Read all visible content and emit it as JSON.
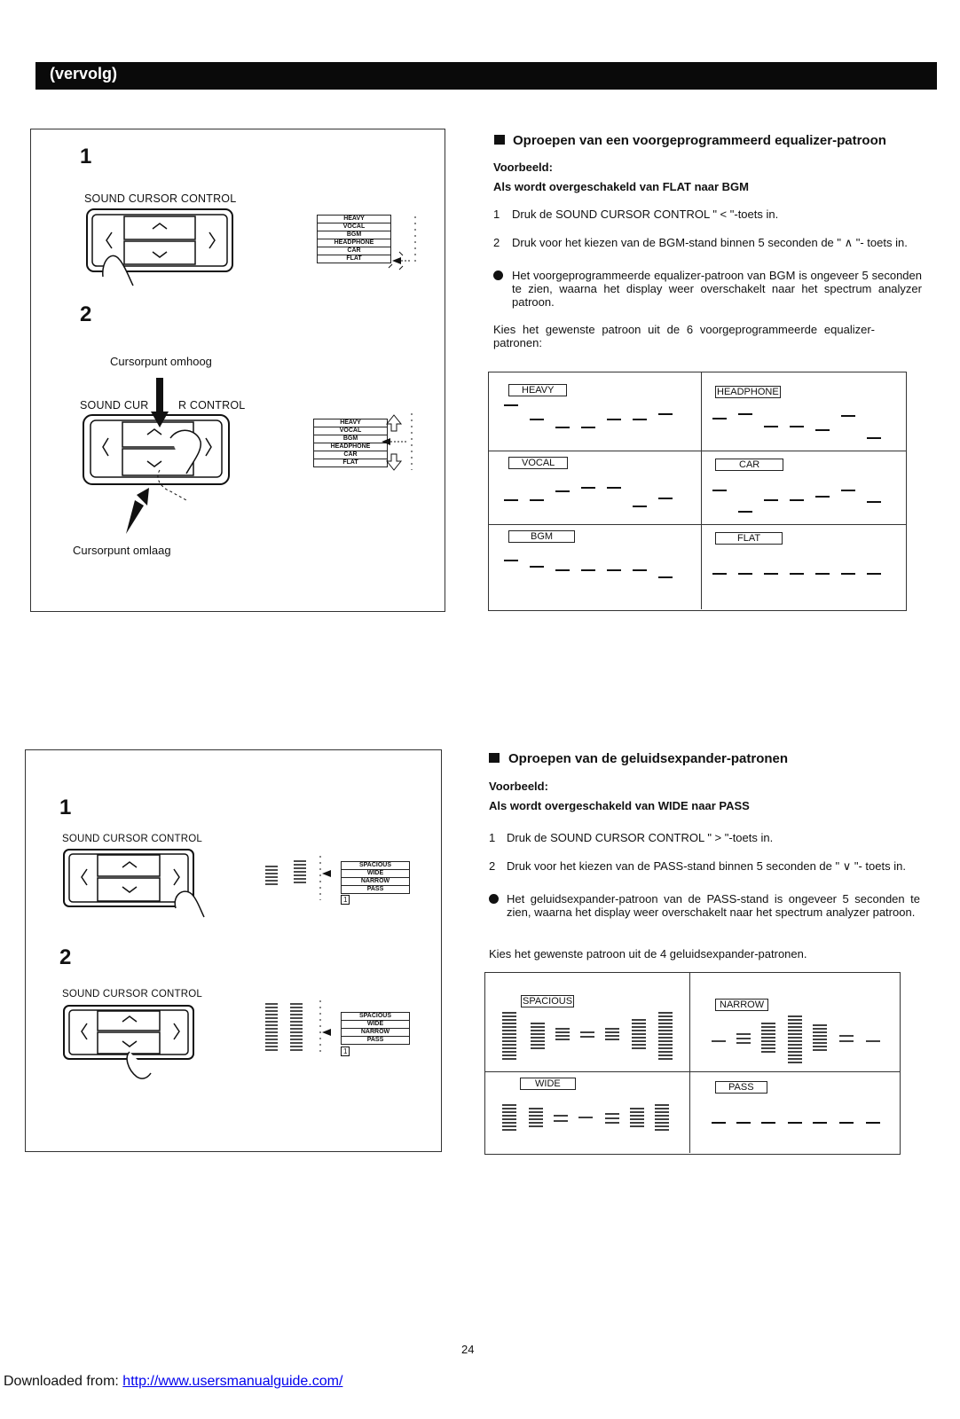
{
  "header": {
    "title": "(vervolg)"
  },
  "section1": {
    "step1": "1",
    "step2": "2",
    "control_label": "SOUND CURSOR CONTROL",
    "control_label_split_a": "SOUND CUR",
    "control_label_split_b": "R CONTROL",
    "cursor_up": "Cursorpunt omhoog",
    "cursor_down": "Cursorpunt omlaag",
    "menu": [
      "HEAVY",
      "VOCAL",
      "BGM",
      "HEADPHONE",
      "CAR",
      "FLAT"
    ],
    "heading": "Oproepen van een voorgeprogrammeerd equalizer-patroon",
    "example": "Voorbeeld:",
    "example_sub": "Als wordt overgeschakeld van FLAT naar BGM",
    "items": [
      {
        "num": "1",
        "text": "Druk de SOUND CURSOR CONTROL \" < \"-toets in."
      },
      {
        "num": "2",
        "text": "Druk voor het kiezen van de BGM-stand binnen 5 seconden de \" ∧ \"- toets in."
      }
    ],
    "note": "Het voorgeprogrammeerde equalizer-patroon van BGM is ongeveer 5 seconden te zien, waarna het display weer overschakelt naar het spectrum analyzer patroon.",
    "choose": "Kies het gewenste patroon uit de 6 voorgeprogrammeerde equalizer-patronen:",
    "patterns": [
      "HEAVY",
      "HEADPHONE",
      "VOCAL",
      "CAR",
      "BGM",
      "FLAT"
    ]
  },
  "section2": {
    "step1": "1",
    "step2": "2",
    "control_label": "SOUND CURSOR CONTROL",
    "menu": [
      "SPACIOUS",
      "WIDE",
      "NARROW",
      "PASS"
    ],
    "page_indicator": "1",
    "heading": "Oproepen van de geluidsexpander-patronen",
    "example": "Voorbeeld:",
    "example_sub": "Als wordt overgeschakeld van WIDE naar PASS",
    "items": [
      {
        "num": "1",
        "text": "Druk de SOUND CURSOR CONTROL \" > \"-toets in."
      },
      {
        "num": "2",
        "text": "Druk voor het kiezen van de PASS-stand binnen 5 seconden de \" ∨ \"- toets in."
      }
    ],
    "note": "Het geluidsexpander-patroon van de PASS-stand is ongeveer 5 seconden te zien, waarna het display weer overschakelt naar het spectrum analyzer patroon.",
    "choose": "Kies het gewenste patroon uit de 4 geluidsexpander-patronen.",
    "patterns": [
      "SPACIOUS",
      "NARROW",
      "WIDE",
      "PASS"
    ]
  },
  "page_number": "24",
  "footer": {
    "prefix": "Downloaded from: ",
    "link": "http://www.usersmanualguide.com/"
  }
}
